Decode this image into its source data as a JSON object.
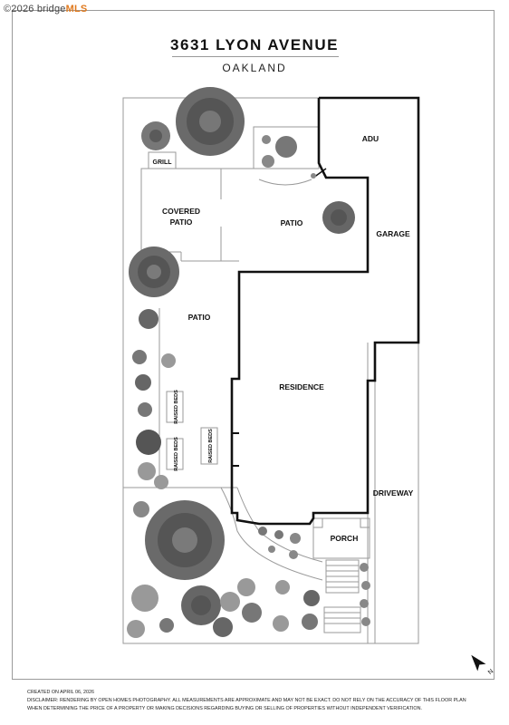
{
  "watermark": {
    "copyright": "©2026 bridge",
    "brand": "MLS"
  },
  "header": {
    "title": "3631 LYON AVENUE",
    "subtitle": "OAKLAND"
  },
  "rooms": {
    "adu": "ADU",
    "garage": "GARAGE",
    "covered_patio_line1": "COVERED",
    "covered_patio_line2": "PATIO",
    "patio_upper": "PATIO",
    "patio_left": "PATIO",
    "grill": "GRILL",
    "residence": "RESIDENCE",
    "driveway": "DRIVEWAY",
    "porch": "PORCH",
    "raised_beds_1": "RAISED BEDS",
    "raised_beds_2": "RAISED BEDS",
    "raised_beds_3": "RAISED BEDS"
  },
  "icons": {
    "north_arrow": "north-arrow-icon",
    "trees": "tree-icon",
    "shrubs": "shrub-icon"
  },
  "footer": {
    "created": "CREATED ON APRIL 06, 2026",
    "disclaimer_line1": "DISCLAIMER: RENDERING BY OPEN HOMES PHOTOGRAPHY. ALL MEASUREMENTS ARE APPROXIMATE AND MAY NOT BE EXACT. DO NOT RELY ON THE ACCURACY OF THIS FLOOR PLAN",
    "disclaimer_line2": "WHEN DETERMINING THE PRICE OF A PROPERTY OR MAKING DECISIONS REGARDING BUYING OR SELLING OF PROPERTIES WITHOUT INDEPENDENT VERIFICATION."
  },
  "colors": {
    "wall": "#111111",
    "thin_line": "#9a9a9a",
    "tree_dark": "#555555",
    "tree_light": "#8a8a8a"
  }
}
